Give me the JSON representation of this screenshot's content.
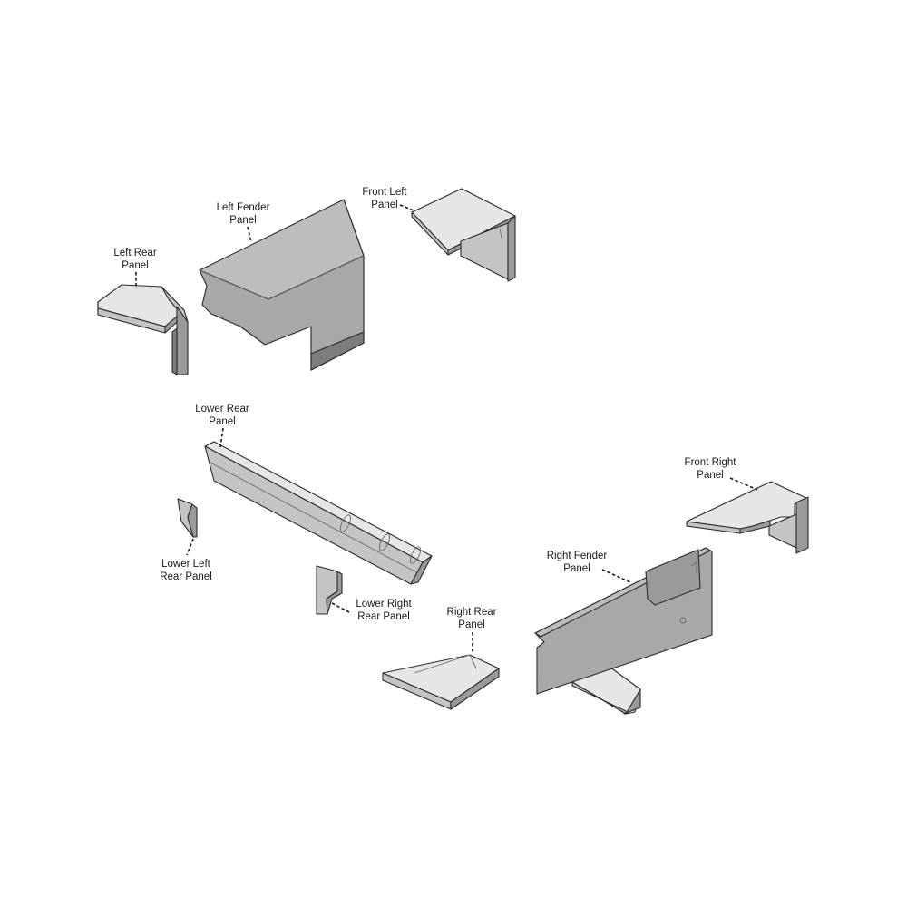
{
  "labels": {
    "left_rear": [
      "Left Rear",
      "Panel"
    ],
    "left_fender": [
      "Left Fender",
      "Panel"
    ],
    "front_left": [
      "Front Left",
      "Panel"
    ],
    "lower_rear": [
      "Lower Rear",
      "Panel"
    ],
    "front_right": [
      "Front Right",
      "Panel"
    ],
    "lower_left_rear": [
      "Lower Left",
      "Rear Panel"
    ],
    "right_fender": [
      "Right Fender",
      "Panel"
    ],
    "lower_right_rear": [
      "Lower Right",
      "Rear Panel"
    ],
    "right_rear": [
      "Right Rear",
      "Panel"
    ]
  }
}
